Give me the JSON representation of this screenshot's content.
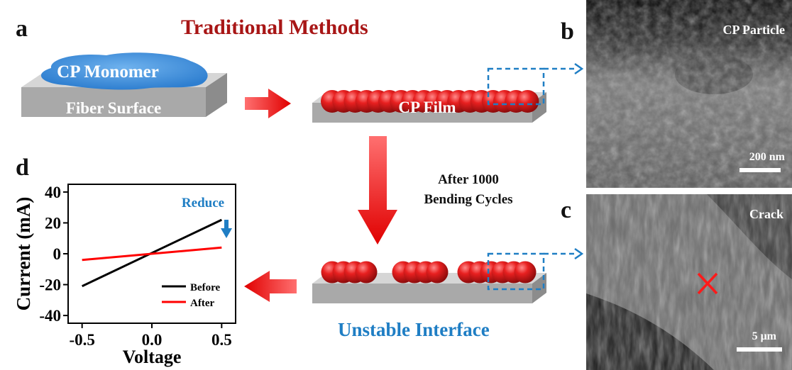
{
  "panels": {
    "a": "a",
    "b": "b",
    "c": "c",
    "d": "d"
  },
  "top_title": "Traditional Methods",
  "bottom_title": "Unstable Interface",
  "monomer_label": "CP Monomer",
  "fiber_label": "Fiber Surface",
  "film_label": "CP Film",
  "bending_line1": "After 1000",
  "bending_line2": "Bending Cycles",
  "sem_b": {
    "label": "CP Particle",
    "scale": "200 nm"
  },
  "sem_c": {
    "label": "Crack",
    "scale": "5 μm"
  },
  "colors": {
    "red": "#a81616",
    "blue": "#1f7ec4",
    "arrow": "#e52222",
    "sphere": "#e01e1e"
  },
  "chart_data": {
    "type": "line",
    "xlabel": "Voltage",
    "ylabel": "Current (mA)",
    "xlim": [
      -0.6,
      0.6
    ],
    "ylim": [
      -45,
      45
    ],
    "xticks": [
      "-0.5",
      "0.0",
      "0.5"
    ],
    "yticks": [
      "40",
      "20",
      "0",
      "-20",
      "-40"
    ],
    "annotation": "Reduce",
    "series": [
      {
        "name": "Before",
        "x": [
          -0.5,
          0.5
        ],
        "y": [
          -21,
          22
        ],
        "color": "#000000"
      },
      {
        "name": "After",
        "x": [
          -0.5,
          0.5
        ],
        "y": [
          -4,
          4
        ],
        "color": "#ff0000"
      }
    ],
    "legend": "bottom-right"
  }
}
